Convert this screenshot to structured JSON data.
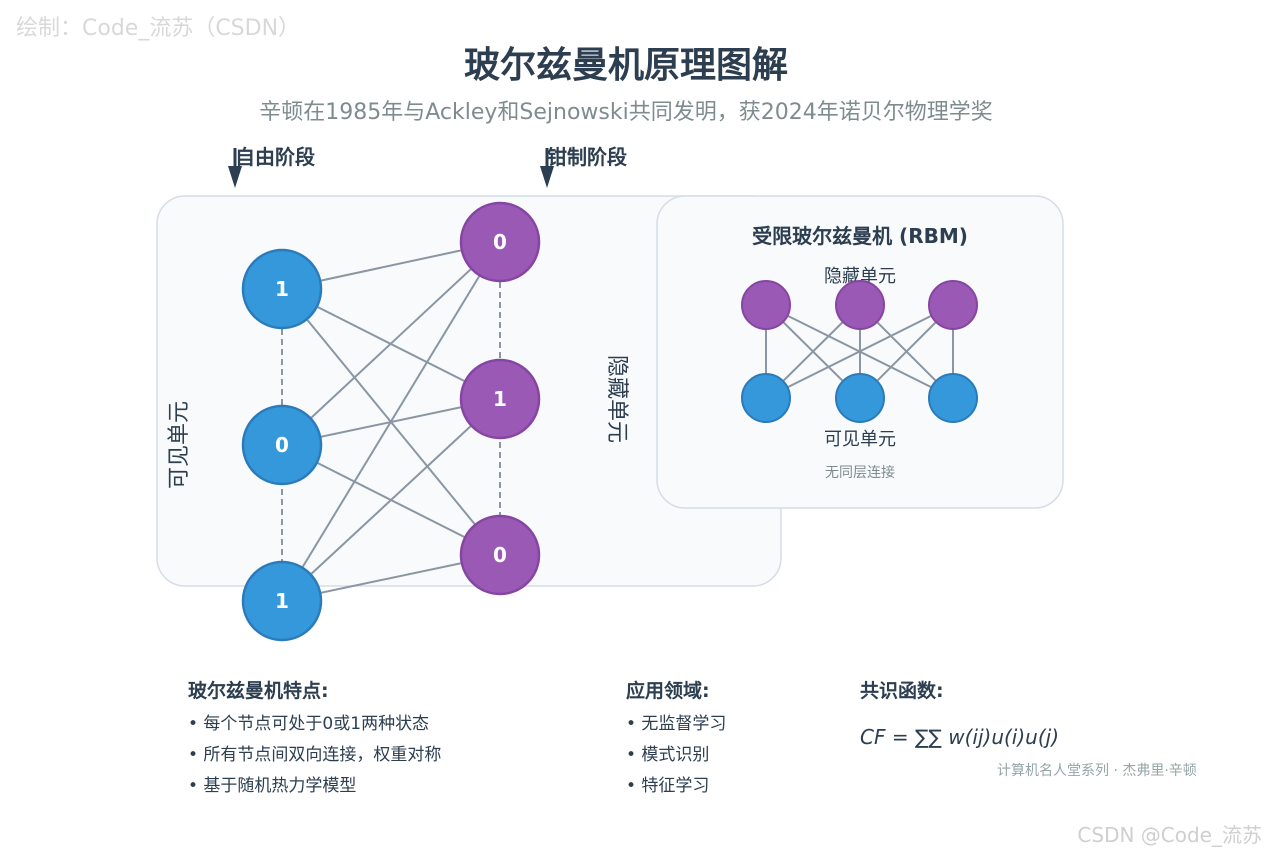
{
  "watermark_top": "绘制：Code_流苏（CSDN）",
  "watermark_bottom": "CSDN @Code_流苏",
  "title": "玻尔兹曼机原理图解",
  "subtitle": "辛顿在1985年与Ackley和Sejnowski共同发明，获2024年诺贝尔物理学奖",
  "phases": {
    "free": "自由阶段",
    "clamped": "钳制阶段"
  },
  "network": {
    "visible_label": "可见单元",
    "hidden_label": "隐藏单元",
    "visible_values": [
      "1",
      "0",
      "1"
    ],
    "hidden_values": [
      "0",
      "1",
      "0"
    ]
  },
  "rbm": {
    "title": "受限玻尔兹曼机 (RBM)",
    "hidden_label": "隐藏单元",
    "visible_label": "可见单元",
    "note": "无同层连接"
  },
  "features": {
    "title": "玻尔兹曼机特点:",
    "items": [
      "• 每个节点可处于0或1两种状态",
      "• 所有节点间双向连接，权重对称",
      "• 基于随机热力学模型"
    ]
  },
  "applications": {
    "title": "应用领域:",
    "items": [
      "• 无监督学习",
      "• 模式识别",
      "• 特征学习"
    ]
  },
  "consensus": {
    "title": "共识函数:",
    "formula": "CF = ∑∑ w(ij)u(i)u(j)"
  },
  "series_note": "计算机名人堂系列 · 杰弗里·辛顿",
  "colors": {
    "visible_node": "#3498db",
    "hidden_node": "#9b59b6",
    "edge": "#8a96a3",
    "panel_bg": "#f8fafc",
    "panel_border": "#d6dde6"
  }
}
